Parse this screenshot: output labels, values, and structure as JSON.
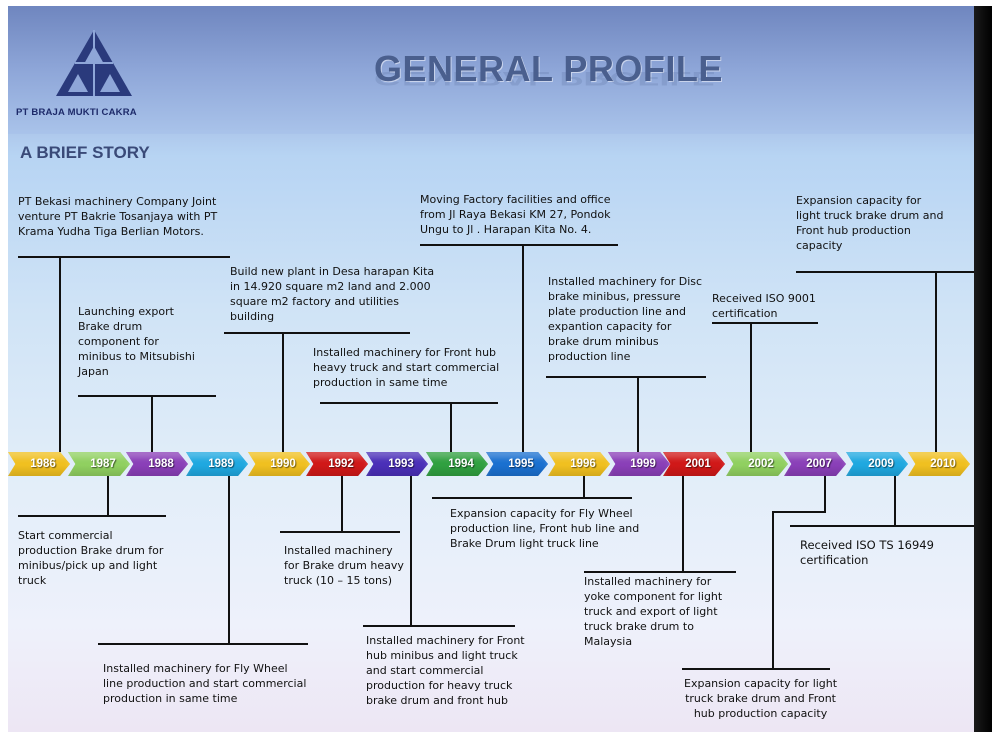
{
  "header": {
    "company": "PT BRAJA MUKTI CAKRA",
    "title": "GENERAL PROFILE"
  },
  "section": {
    "subtitle": "A BRIEF STORY"
  },
  "timeline": [
    {
      "year": "1986",
      "color": "#f0c020"
    },
    {
      "year": "1987",
      "color": "#90d060"
    },
    {
      "year": "1988",
      "color": "#8a3fb8"
    },
    {
      "year": "1989",
      "color": "#1fa8e0"
    },
    {
      "year": "1990",
      "color": "#f0c020"
    },
    {
      "year": "1992",
      "color": "#d01818"
    },
    {
      "year": "1993",
      "color": "#4a2fb8"
    },
    {
      "year": "1994",
      "color": "#30a040"
    },
    {
      "year": "1995",
      "color": "#1a70d0"
    },
    {
      "year": "1996",
      "color": "#f0c020"
    },
    {
      "year": "1999",
      "color": "#8a3fb8"
    },
    {
      "year": "2001",
      "color": "#d01818"
    },
    {
      "year": "2002",
      "color": "#90d060"
    },
    {
      "year": "2007",
      "color": "#8a3fb8"
    },
    {
      "year": "2009",
      "color": "#1fa8e0"
    },
    {
      "year": "2010",
      "color": "#f0c020"
    }
  ],
  "notes_above": {
    "n1986": "PT  Bekasi machinery Company Joint\nventure PT Bakrie Tosanjaya with PT\nKrama Yudha Tiga Berlian Motors.",
    "n1988": "Launching  export\nBrake drum\ncomponent for\nminibus to Mitsubishi\nJapan",
    "n1990": "Build new plant in Desa harapan Kita\nin 14.920 square m2 land and 2.000\nsquare m2 factory and utilities\nbuilding",
    "n1994": "Installed machinery for Front hub\nheavy truck and start commercial\nproduction in same time",
    "n1995": "Moving Factory facilities and office\nfrom Jl Raya Bekasi KM 27, Pondok\nUngu to Jl . Harapan Kita No. 4.",
    "n1999": "Installed machinery for Disc\nbrake minibus, pressure\nplate production line and\nexpantion capacity for\nbrake drum minibus\nproduction line",
    "n2002": "Received ISO 9001\ncertification",
    "n2010": "Expansion capacity for\nlight truck brake drum and\nFront hub production\ncapacity"
  },
  "notes_below": {
    "n1987": "Start commercial\nproduction Brake drum for\nminibus/pick up and light\ntruck",
    "n1989": "Installed machinery for Fly Wheel\nline production and start commercial\nproduction in same time",
    "n1992": "Installed machinery\nfor Brake drum heavy\ntruck (10 – 15 tons)",
    "n1993": "Installed machinery for Front\nhub minibus and light truck\nand start commercial\nproduction for heavy truck\nbrake drum and front hub",
    "n1996": "Expansion capacity for Fly Wheel\nproduction line, Front hub line and\nBrake Drum light truck line",
    "n2001": "Installed machinery for\nyoke component for light\ntruck and export of light\ntruck brake drum to\nMalaysia",
    "n2007": "Expansion capacity for light\ntruck brake drum and Front\nhub production capacity",
    "n2009": "Received ISO TS 16949\ncertification"
  }
}
